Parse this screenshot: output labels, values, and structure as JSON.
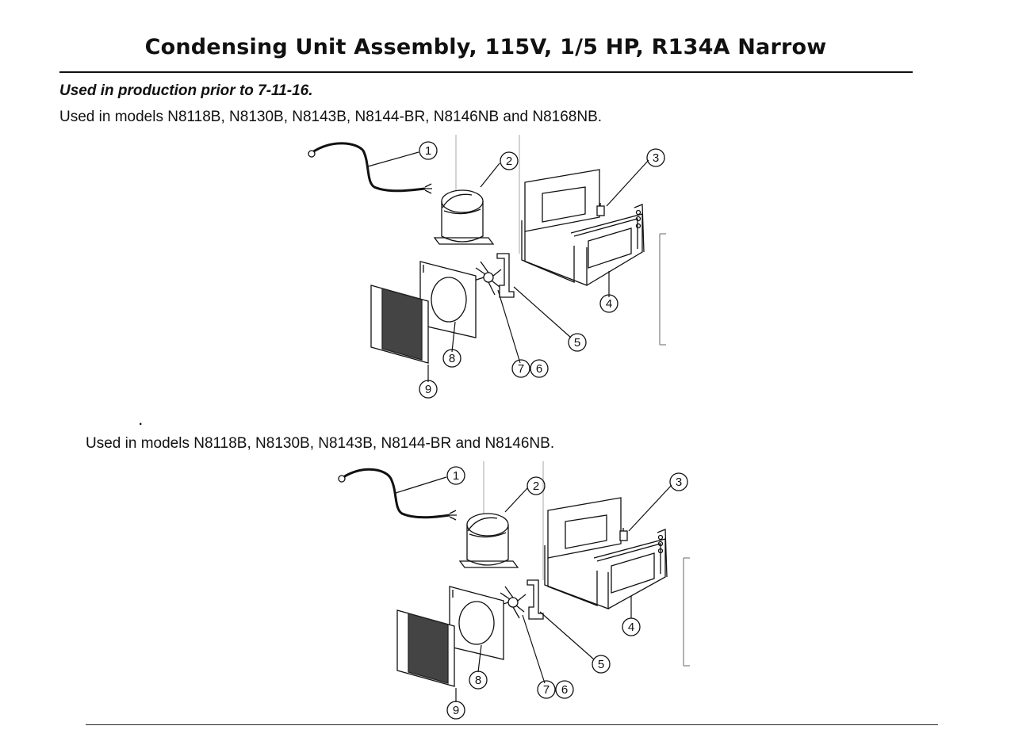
{
  "page": {
    "title": "Condensing Unit Assembly, 115V, 1/5 HP, R134A Narrow",
    "production_note": "Used in production prior to 7-11-16.",
    "section1_models": "Used in models N8118B, N8130B, N8143B, N8144-BR, N8146NB and N8168NB.",
    "section2_marker": ".",
    "section2_models": "Used in models N8118B, N8130B, N8143B, N8144-BR and N8146NB."
  },
  "callouts": [
    "1",
    "2",
    "3",
    "4",
    "5",
    "7",
    "6",
    "8",
    "9"
  ],
  "parts": {
    "wire-harness": "1",
    "compressor": "2",
    "relay-bracket": "3",
    "base-pan": "4",
    "fan-bracket": "5",
    "fan-blade": "7",
    "fan-motor": "6",
    "shroud": "8",
    "condenser-coil": "9"
  }
}
